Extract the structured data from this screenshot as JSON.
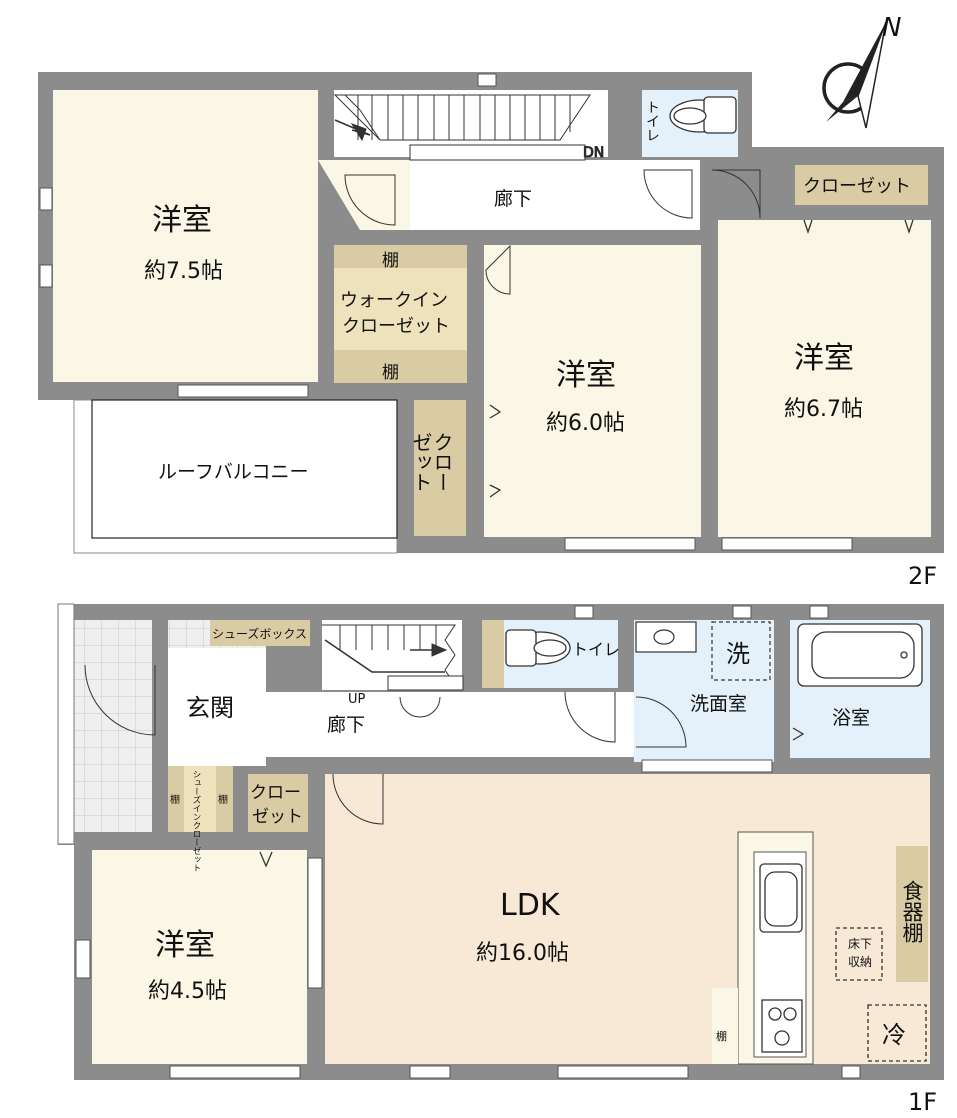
{
  "compass": {
    "label": "N"
  },
  "floor2": {
    "floor_label": "2F",
    "rooms": {
      "western_a": {
        "name": "洋室",
        "size": "約7.5帖"
      },
      "western_b": {
        "name": "洋室",
        "size": "約6.0帖"
      },
      "western_c": {
        "name": "洋室",
        "size": "約6.7帖"
      },
      "hall": {
        "name": "廊下"
      },
      "toilet": {
        "name": "トイレ"
      },
      "closet_c": {
        "name": "クローゼット"
      },
      "walkin": {
        "name_line1": "ウォークイン",
        "name_line2": "クローゼット"
      },
      "shelf_top": {
        "name": "棚"
      },
      "shelf_bottom": {
        "name": "棚"
      },
      "closet_b": {
        "col1": "クロー",
        "col2": "ゼット"
      },
      "balcony": {
        "name": "ルーフバルコニー"
      },
      "stairs": {
        "label": "DN"
      }
    }
  },
  "floor1": {
    "floor_label": "1F",
    "rooms": {
      "entrance": {
        "name": "玄関"
      },
      "shoebox": {
        "name": "シューズボックス"
      },
      "shoes_in_closet": {
        "name": "シューズインクローゼット"
      },
      "shelf_left": {
        "name": "棚"
      },
      "shelf_right": {
        "name": "棚"
      },
      "hall": {
        "name": "廊下"
      },
      "stairs": {
        "label": "UP"
      },
      "toilet": {
        "name": "トイレ"
      },
      "washroom": {
        "name": "洗面室"
      },
      "washer": {
        "name": "洗"
      },
      "bath": {
        "name": "浴室"
      },
      "closet": {
        "line1": "クロー",
        "line2": "ゼット"
      },
      "western": {
        "name": "洋室",
        "size": "約4.5帖"
      },
      "ldk": {
        "name": "LDK",
        "size": "約16.0帖"
      },
      "dish_shelf": {
        "name": "食器棚"
      },
      "underfloor": {
        "line1": "床下",
        "line2": "収納"
      },
      "fridge": {
        "name": "冷"
      },
      "shelf_ldk": {
        "name": "棚"
      }
    }
  },
  "colors": {
    "wall": "#8c8c8c",
    "room_cream": "#fbf7e6",
    "room_ldk": "#f8e9d6",
    "wet_blue": "#e4f1fa",
    "storage": "#d9cba3",
    "tile": "#eeeeee"
  }
}
